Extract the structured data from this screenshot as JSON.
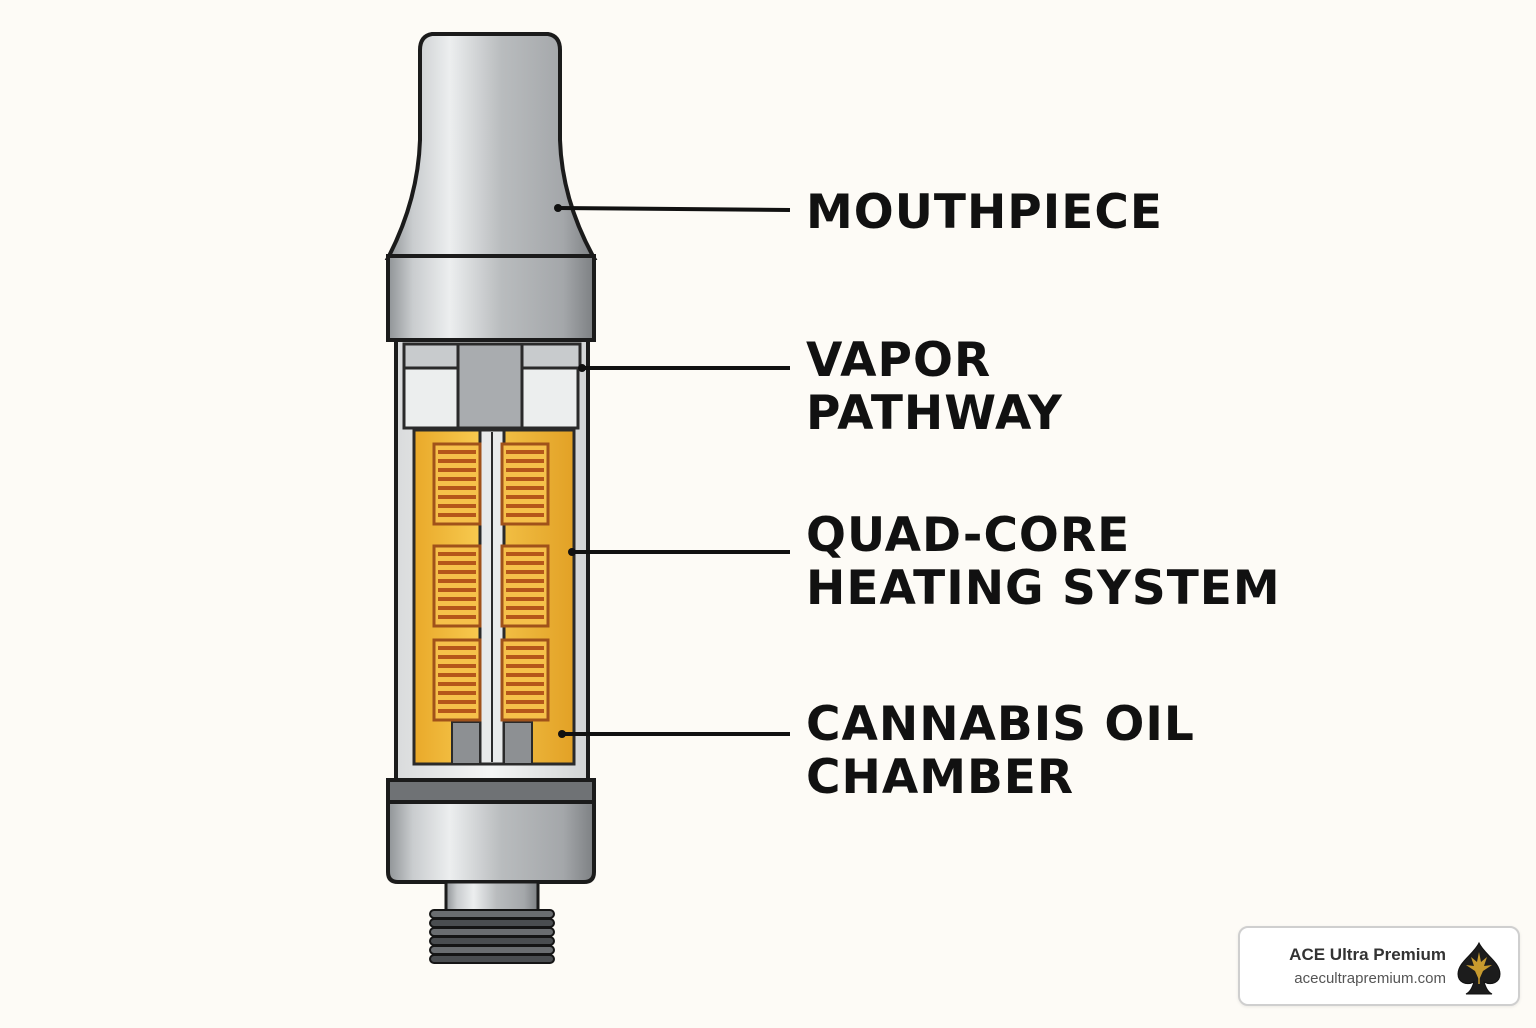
{
  "labels": {
    "mouthpiece": [
      "MOUTHPIECE"
    ],
    "vapor_pathway": [
      "VAPOR",
      "PATHWAY"
    ],
    "heating_system": [
      "QUAD-CORE",
      "HEATING SYSTEM"
    ],
    "oil_chamber": [
      "CANNABIS OIL",
      "CHAMBER"
    ]
  },
  "badge": {
    "title": "ACE Ultra Premium",
    "url": "acecultrapremium.com",
    "logo_icon": "spade-leaf-icon"
  },
  "colors": {
    "background": "#fdfbf6",
    "metal": "#b9bcbf",
    "oil": "#f2bd3a",
    "coil": "#c0641c",
    "text": "#111111"
  }
}
